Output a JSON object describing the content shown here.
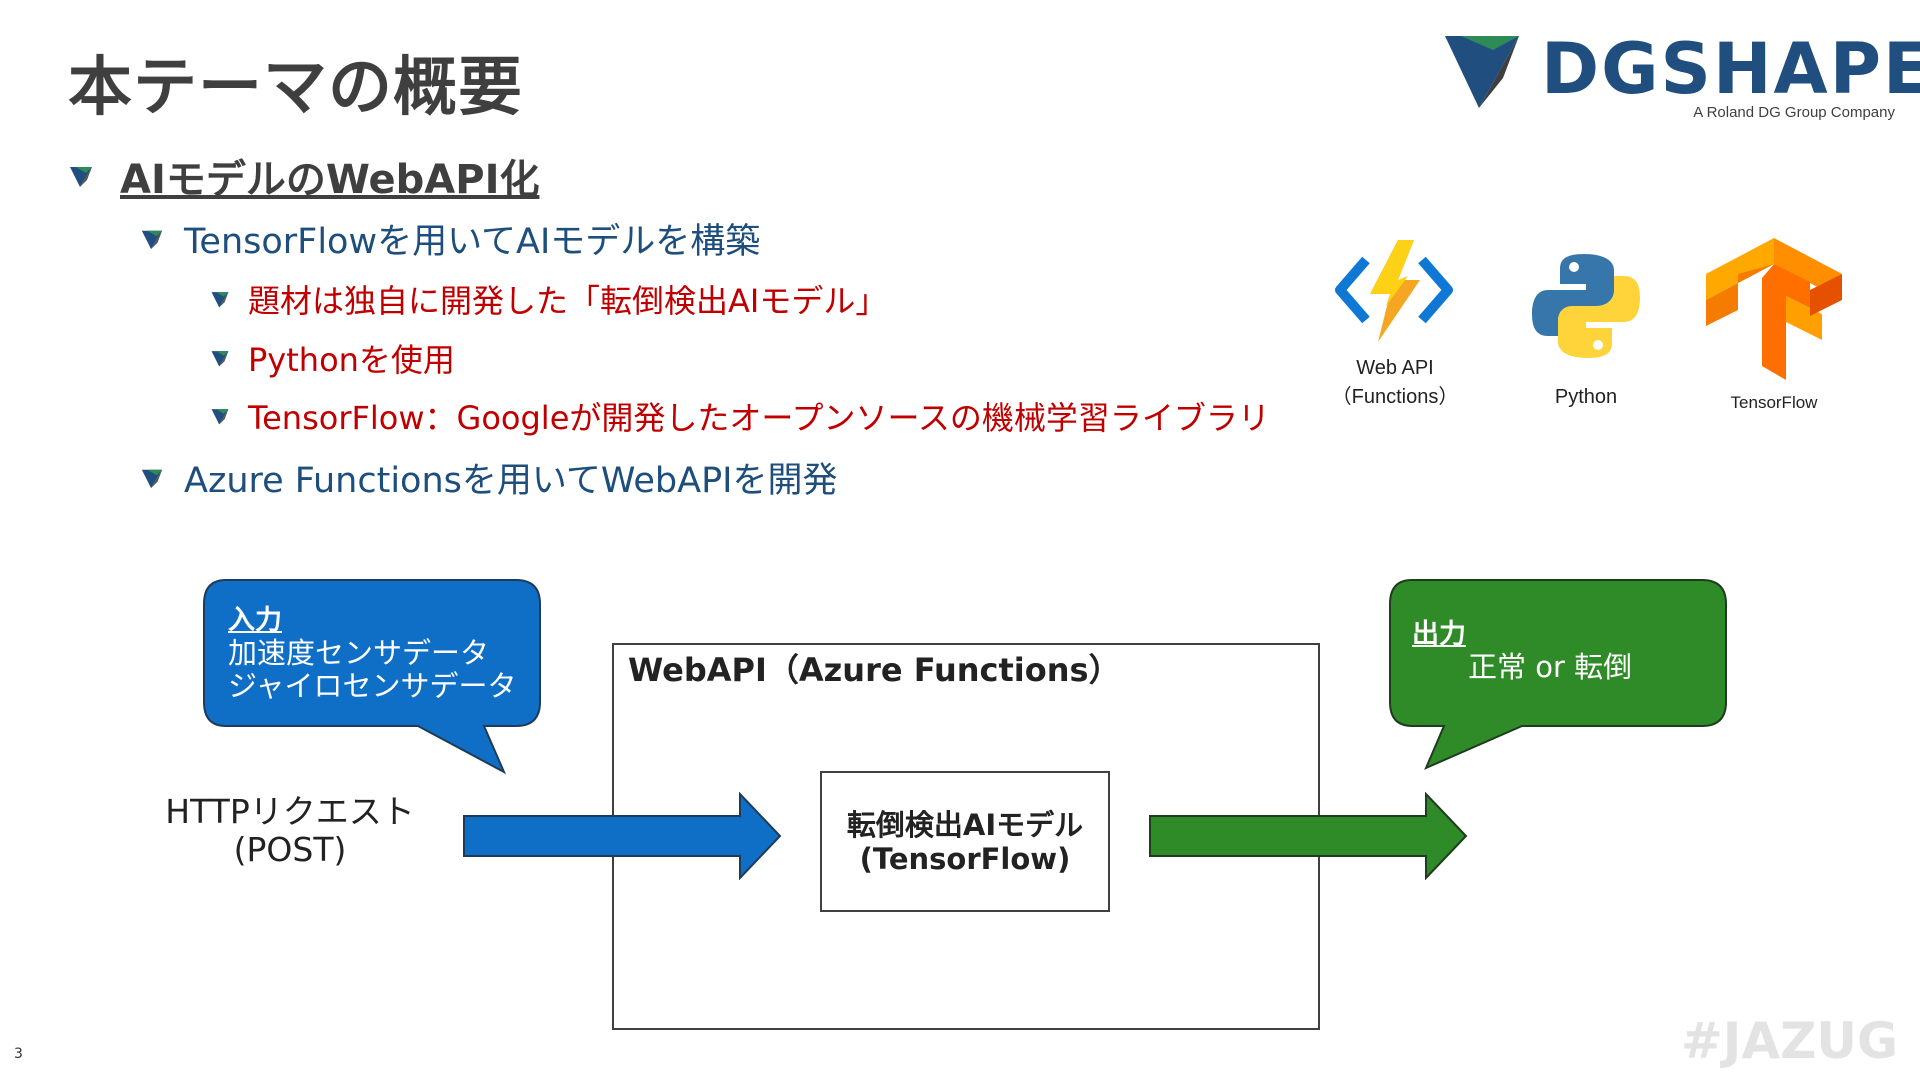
{
  "slide": {
    "title": "本テーマの概要",
    "page_number": "3",
    "hashtag": "#JAZUG"
  },
  "logo": {
    "name": "DGSHAPE",
    "tagline": "A Roland DG Group Company",
    "colors": {
      "blue": "#204f7f",
      "green": "#2e8b57",
      "dark": "#3f3f3f"
    }
  },
  "bullets": {
    "level1": "AIモデルのWebAPI化",
    "tensorflow_item": "TensorFlowを用いてAIモデルを構築",
    "sub_items": [
      "題材は独自に開発した「転倒検出AIモデル」",
      "Pythonを使用",
      "TensorFlow：Googleが開発したオープンソースの機械学習ライブラリ"
    ],
    "azure_item": "Azure Functionsを用いてWebAPIを開発"
  },
  "tech_icons": [
    {
      "icon": "azure-functions-icon",
      "label_line1": "Web API",
      "label_line2": "（Functions）"
    },
    {
      "icon": "python-icon",
      "label_line1": "Python",
      "label_line2": ""
    },
    {
      "icon": "tensorflow-icon",
      "label_line1": "TensorFlow",
      "label_line2": ""
    }
  ],
  "diagram": {
    "input_callout": {
      "heading": "入力",
      "line1": "加速度センサデータ",
      "line2": "ジャイロセンサデータ",
      "color": "#0f6fc6"
    },
    "output_callout": {
      "heading": "出力",
      "line1": "正常 or 転倒",
      "color": "#2e8b28"
    },
    "request_label_line1": "HTTPリクエスト",
    "request_label_line2": "(POST)",
    "webapi_frame_label": "WebAPI（Azure Functions）",
    "model_box_line1": "転倒検出AIモデル",
    "model_box_line2": "(TensorFlow)",
    "input_arrow_color": "#0f6fc6",
    "output_arrow_color": "#2e8b28"
  }
}
